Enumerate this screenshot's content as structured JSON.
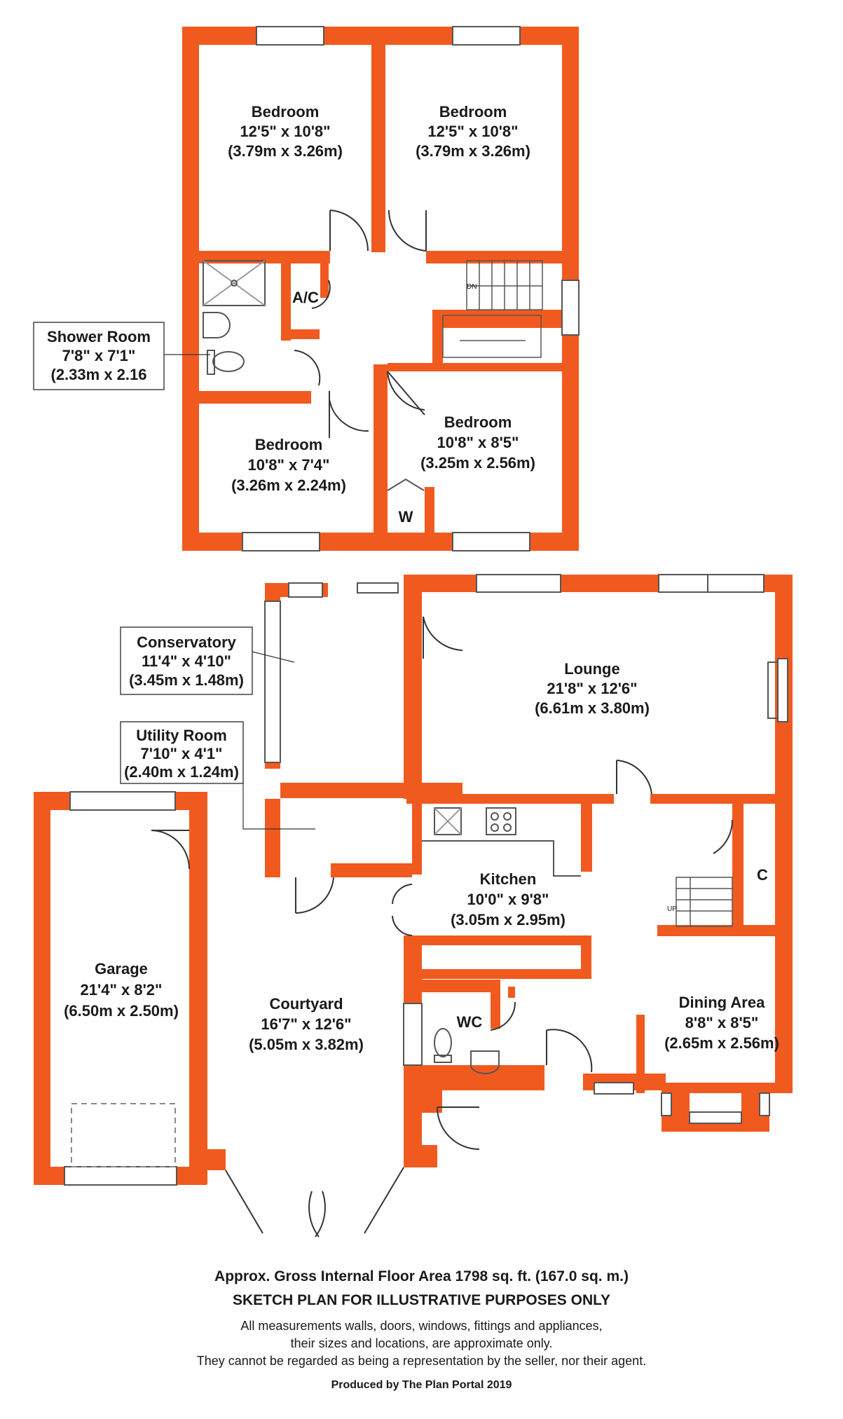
{
  "colors": {
    "wall": "#f15a1f",
    "text": "#1a1a1a",
    "fixture": "#555555"
  },
  "rooms": {
    "bed1": {
      "name": "Bedroom",
      "imperial": "12'5\" x 10'8\"",
      "metric": "(3.79m x 3.26m)"
    },
    "bed2": {
      "name": "Bedroom",
      "imperial": "12'5\" x 10'8\"",
      "metric": "(3.79m x 3.26m)"
    },
    "bed3": {
      "name": "Bedroom",
      "imperial": "10'8\" x 7'4\"",
      "metric": "(3.26m x 2.24m)"
    },
    "bed4": {
      "name": "Bedroom",
      "imperial": "10'8\" x 8'5\"",
      "metric": "(3.25m x 2.56m)"
    },
    "shower": {
      "name": "Shower Room",
      "imperial": "7'8\" x 7'1\"",
      "metric": "(2.33m x 2.16"
    },
    "conservatory": {
      "name": "Conservatory",
      "imperial": "11'4\" x 4'10\"",
      "metric": "(3.45m x 1.48m)"
    },
    "utility": {
      "name": "Utility Room",
      "imperial": "7'10\" x 4'1\"",
      "metric": "(2.40m x 1.24m)"
    },
    "lounge": {
      "name": "Lounge",
      "imperial": "21'8\" x 12'6\"",
      "metric": "(6.61m x 3.80m)"
    },
    "kitchen": {
      "name": "Kitchen",
      "imperial": "10'0\" x 9'8\"",
      "metric": "(3.05m x 2.95m)"
    },
    "garage": {
      "name": "Garage",
      "imperial": "21'4\" x 8'2\"",
      "metric": "(6.50m x 2.50m)"
    },
    "courtyard": {
      "name": "Courtyard",
      "imperial": "16'7\" x 12'6\"",
      "metric": "(5.05m x 3.82m)"
    },
    "dining": {
      "name": "Dining Area",
      "imperial": "8'8\" x 8'5\"",
      "metric": "(2.65m x 2.56m)"
    }
  },
  "short_labels": {
    "ac": "A/C",
    "w": "W",
    "c": "C",
    "wc": "WC",
    "dn": "DN",
    "up": "UP"
  },
  "footer": {
    "area": "Approx. Gross Internal Floor Area 1798 sq. ft. (167.0 sq. m.)",
    "sketch": "SKETCH PLAN FOR ILLUSTRATIVE PURPOSES ONLY",
    "disclaimer_1": "All measurements walls, doors, windows, fittings and appliances,",
    "disclaimer_2": "their sizes and locations, are approximate only.",
    "disclaimer_3": "They cannot be regarded as being a representation by the seller, nor their agent.",
    "produced_by": "Produced by The Plan Portal 2019"
  }
}
